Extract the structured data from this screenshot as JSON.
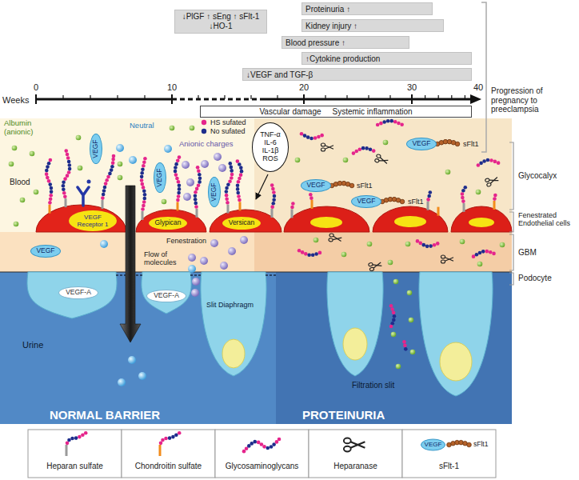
{
  "diagram": {
    "nodes": [
      {
        "text": [
          "Proteinuria ↑"
        ]
      },
      {
        "text": [
          "Kidney injury ↑"
        ]
      },
      {
        "text": [
          "↓PlGF ↑ sEng ↑ sFlt-1 ↓HO-1"
        ]
      },
      {
        "text": [
          "Blood pressure ↑"
        ]
      },
      {
        "text": [
          "↑Cytokine production"
        ]
      },
      {
        "text": [
          "↓VEGF and TGF-β"
        ]
      },
      {
        "text": [
          "Vascular damage",
          "Systemic inflammation"
        ]
      },
      {
        "text": [
          "TNF-α IL-6 IL-1β ROS"
        ]
      },
      {
        "text": [
          "VEGF"
        ]
      },
      {
        "text": [
          "VEGF"
        ]
      },
      {
        "text": [
          "VEGF"
        ]
      },
      {
        "text": [
          "VEGF"
        ]
      },
      {
        "text": [
          "VEGF-A"
        ]
      },
      {
        "text": [
          "VEGF-A"
        ]
      },
      {
        "text": [
          "VEGF"
        ]
      },
      {
        "text": [
          "VEGF"
        ]
      },
      {
        "text": [
          "VEGF"
        ]
      }
    ],
    "labels": [
      "Weeks",
      "0",
      "10",
      "20",
      "30",
      "40",
      "Progression of pregnancy to preeclampsia",
      "Albumin (anionic)",
      "Neutral",
      "HS sufated",
      "No sufated",
      "Anionic charges",
      "Blood",
      "VEGF Receptor 1",
      "Glypican",
      "Versican",
      "sFlt1",
      "sFlt1",
      "sFlt1",
      "Glycocalyx",
      "Fenestrated Endothelial cells",
      "GBM",
      "Podocyte",
      "Fenestration",
      "Flow of molecules",
      "Slit Diaphragm",
      "Urine",
      "Filtration slit",
      "NORMAL BARRIER",
      "PROTEINURIA",
      "VEGF",
      "sFlt1"
    ],
    "legend": [
      {
        "text": "Heparan sulfate"
      },
      {
        "text": "Chondroitin sulfate"
      },
      {
        "text": "Glycosaminoglycans"
      },
      {
        "text": "Heparanase"
      },
      {
        "text": "sFlt-1"
      }
    ]
  }
}
